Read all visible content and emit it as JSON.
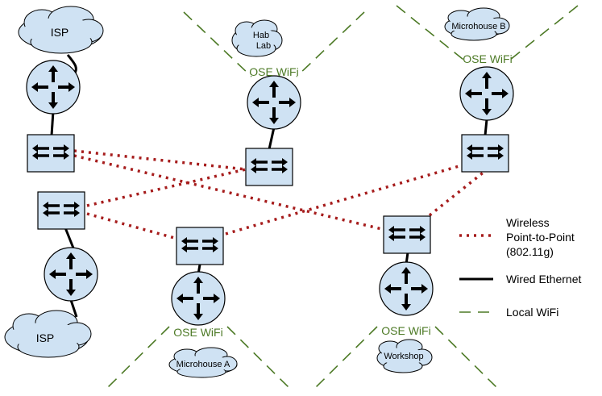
{
  "colors": {
    "node_fill": "#cfe2f3",
    "node_stroke": "#000000",
    "wireless_link": "#a61c1c",
    "wifi": "#4d7a26",
    "ethernet": "#000000"
  },
  "clouds": {
    "isp_top": "ISP",
    "isp_bottom": "ISP",
    "hab_lab_line1": "Hab",
    "hab_lab_line2": "Lab",
    "microhouse_b": "Microhouse B",
    "microhouse_a": "Microhouse A",
    "workshop": "Workshop"
  },
  "wifi_labels": {
    "hab_lab": "OSE WiFi",
    "microhouse_b": "OSE WiFi",
    "microhouse_a": "OSE WiFi",
    "workshop": "OSE WiFi"
  },
  "legend": {
    "wireless_line1": "Wireless",
    "wireless_line2": "Point-to-Point",
    "wireless_line3": "(802.11g)",
    "wired": "Wired Ethernet",
    "wifi": "Local WiFi"
  },
  "icons": {
    "router": "router-icon",
    "switch": "switch-icon",
    "cloud": "cloud-icon"
  }
}
